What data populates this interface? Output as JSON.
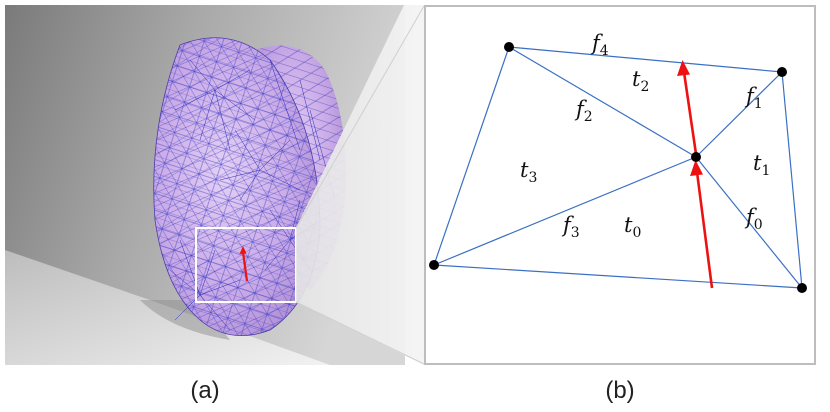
{
  "panel_a": {
    "caption": "(a)",
    "mesh_color": "#3a3acb",
    "mesh_fill": "#c9a8e8",
    "arrow_color": "#ee1111"
  },
  "panel_b": {
    "caption": "(b)",
    "edge_color": "#3a6fc4",
    "vertex_color": "#000000",
    "arrow_color": "#ee1111",
    "labels": {
      "f0": {
        "base": "f",
        "sub": "0"
      },
      "f1": {
        "base": "f",
        "sub": "1"
      },
      "f2": {
        "base": "f",
        "sub": "2"
      },
      "f3": {
        "base": "f",
        "sub": "3"
      },
      "f4": {
        "base": "f",
        "sub": "4"
      },
      "t0": {
        "base": "t",
        "sub": "0"
      },
      "t1": {
        "base": "t",
        "sub": "1"
      },
      "t2": {
        "base": "t",
        "sub": "2"
      },
      "t3": {
        "base": "t",
        "sub": "3"
      }
    }
  }
}
